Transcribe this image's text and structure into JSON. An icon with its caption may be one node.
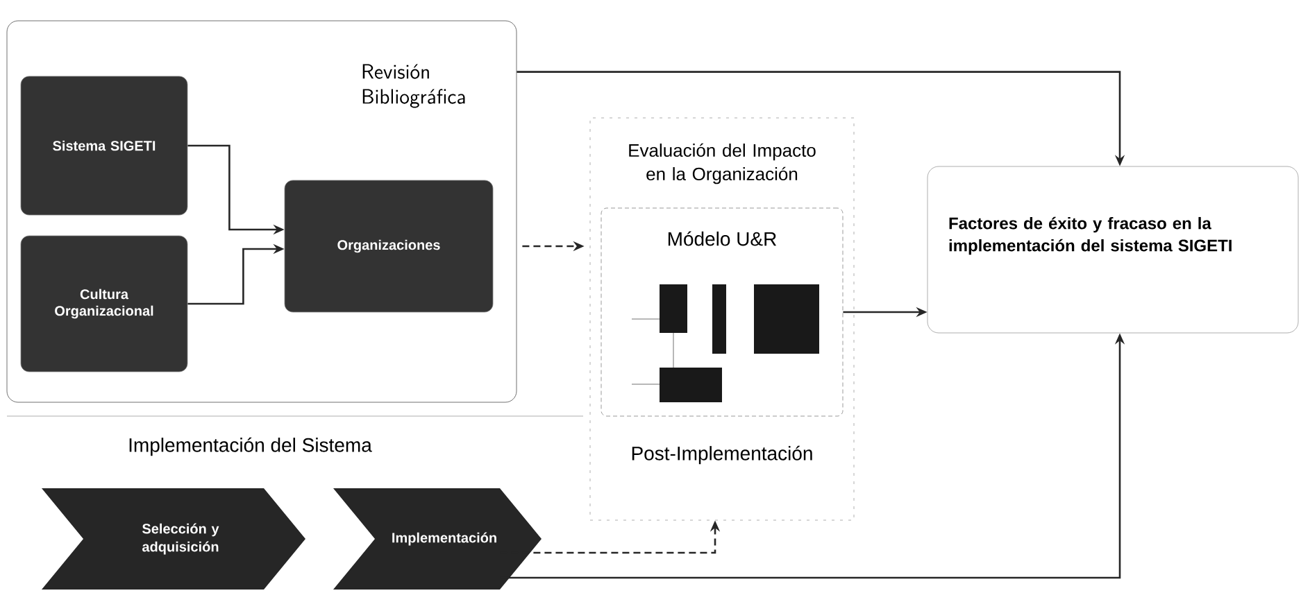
{
  "diagram": {
    "nodes": [
      {
        "text": [
          "Revisión Bibliográfica"
        ]
      },
      {
        "text": [
          "Sistema SIGETI"
        ],
        "in": 0
      },
      {
        "text": [
          "Cultura Organizacional"
        ],
        "in": 0
      },
      {
        "text": [
          "Organizaciones"
        ],
        "in": 0
      },
      {
        "text": [
          "Evaluación del Impacto en la Organización",
          "Post-Implementación"
        ]
      },
      {
        "text": [
          "Módelo U&R"
        ],
        "in": 4
      },
      {
        "text": [
          "Factores de éxito y fracaso en la implementación del sistema SIGETI"
        ]
      },
      {
        "text": [
          "Selección y adquisición"
        ]
      },
      {
        "text": [
          "Implementación"
        ]
      }
    ],
    "edges": [
      {
        "from": 1,
        "to": 3,
        "arrow": "to"
      },
      {
        "from": 2,
        "to": 3,
        "arrow": "to"
      },
      {
        "from": 0,
        "to": 4,
        "arrow": "to",
        "style": "dashed"
      },
      {
        "from": 0,
        "to": 6,
        "arrow": "to"
      },
      {
        "from": 5,
        "to": 6,
        "arrow": "to"
      },
      {
        "from": 8,
        "to": 4,
        "arrow": "to",
        "style": "dashed"
      },
      {
        "from": 8,
        "to": 6,
        "arrow": "to"
      }
    ],
    "labels": [
      "Implementación del Sistema"
    ]
  }
}
